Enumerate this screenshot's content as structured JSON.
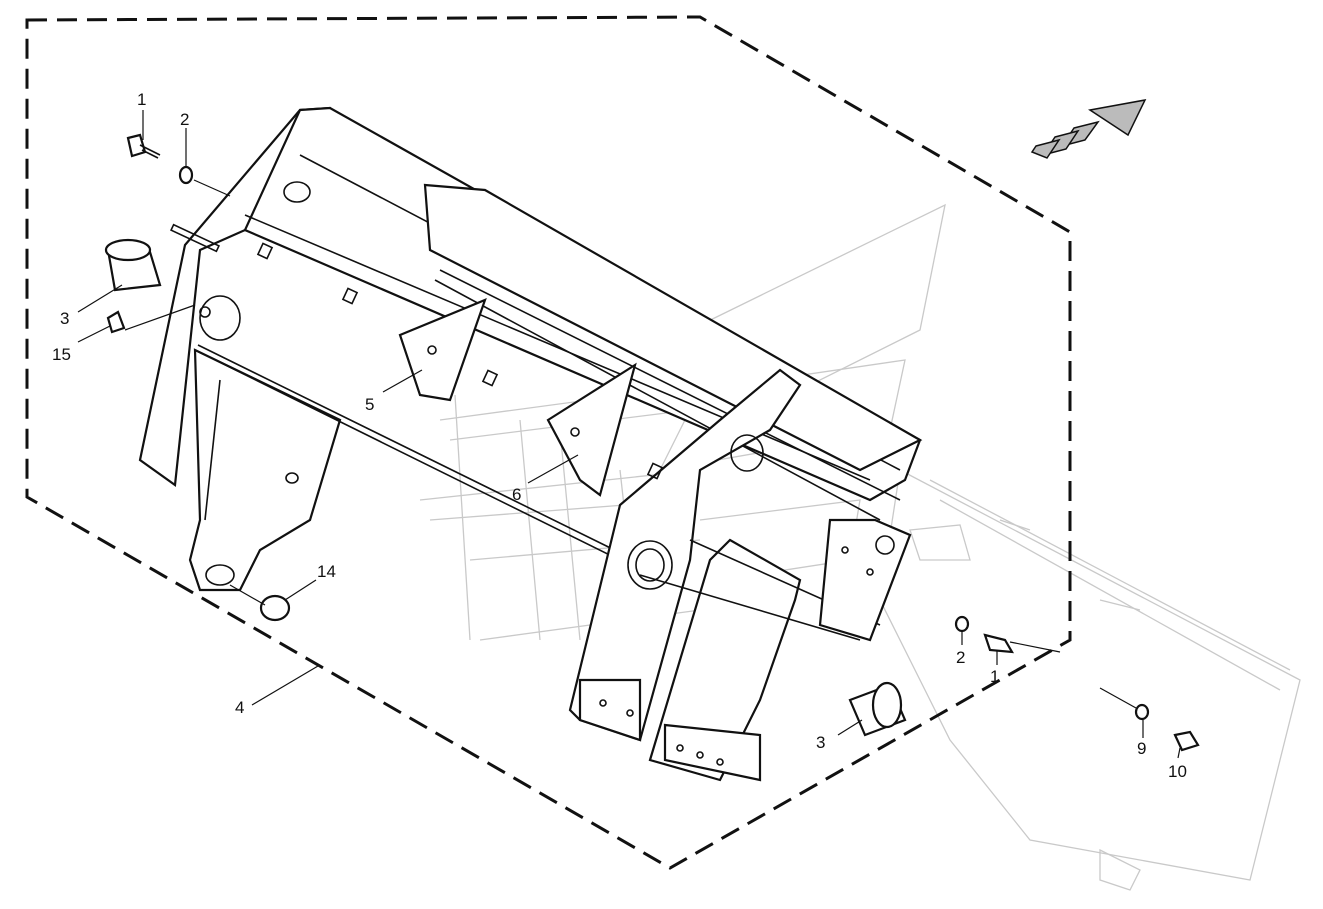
{
  "callouts": [
    {
      "id": "c1a",
      "label": "1"
    },
    {
      "id": "c2a",
      "label": "2"
    },
    {
      "id": "c3a",
      "label": "3"
    },
    {
      "id": "c15",
      "label": "15"
    },
    {
      "id": "c5",
      "label": "5"
    },
    {
      "id": "c6",
      "label": "6"
    },
    {
      "id": "c14",
      "label": "14"
    },
    {
      "id": "c4",
      "label": "4"
    },
    {
      "id": "c2b",
      "label": "2"
    },
    {
      "id": "c1b",
      "label": "1"
    },
    {
      "id": "c3b",
      "label": "3"
    },
    {
      "id": "c9",
      "label": "9"
    },
    {
      "id": "c10",
      "label": "10"
    }
  ],
  "colors": {
    "line": "#111111",
    "ghost": "#c9c9c9",
    "background": "#ffffff"
  },
  "icons": {
    "direction": "travel-direction-arrow-icon"
  }
}
